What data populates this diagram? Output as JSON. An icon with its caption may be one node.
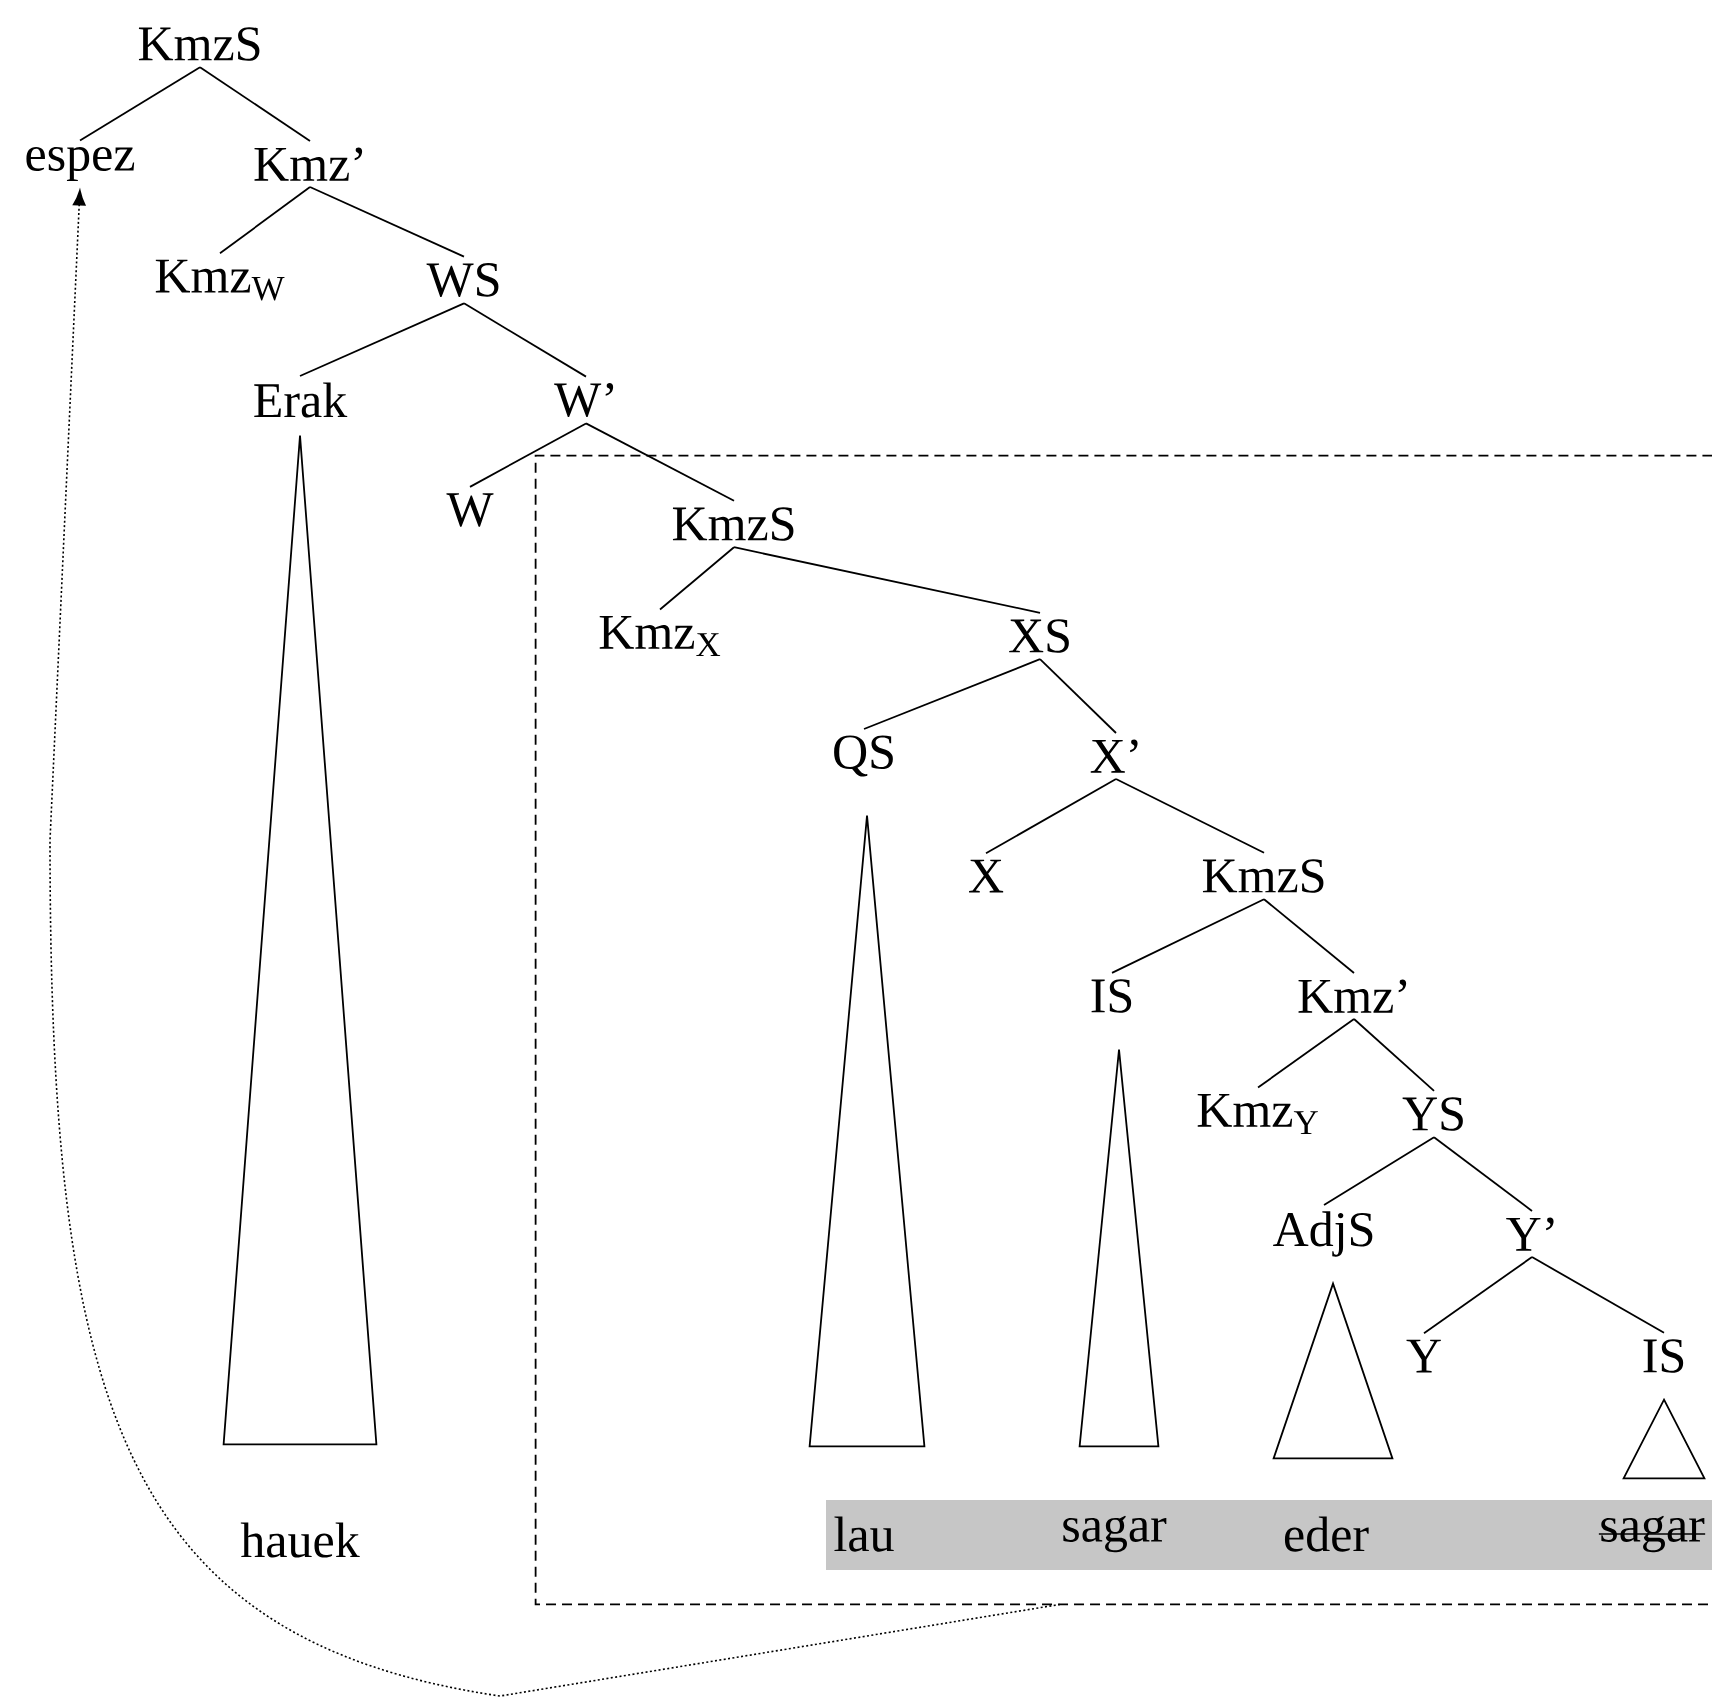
{
  "diagram": {
    "nodes": [
      {
        "text": [
          "KmzS"
        ]
      },
      {
        "text": [
          "espez"
        ]
      },
      {
        "text": [
          "Kmz’"
        ]
      },
      {
        "text": [
          "Kmz$_{W}$"
        ]
      },
      {
        "text": [
          "WS"
        ]
      },
      {
        "text": [
          "Erak"
        ]
      },
      {
        "text": [
          "W’"
        ]
      },
      {
        "text": [
          "W"
        ]
      },
      {
        "text": [],
        "shape": "box"
      },
      {
        "text": [
          "KmzS"
        ],
        "in": 8
      },
      {
        "text": [
          "Kmz$_{X}$"
        ],
        "in": 8
      },
      {
        "text": [
          "XS"
        ],
        "in": 8
      },
      {
        "text": [
          "QS"
        ],
        "in": 8
      },
      {
        "text": [
          "X’"
        ],
        "in": 8
      },
      {
        "text": [
          "X"
        ],
        "in": 8
      },
      {
        "text": [
          "KmzS"
        ],
        "in": 8
      },
      {
        "text": [
          "IS"
        ],
        "in": 8
      },
      {
        "text": [
          "Kmz’"
        ],
        "in": 8
      },
      {
        "text": [
          "Kmz$_{Y}$"
        ],
        "in": 8
      },
      {
        "text": [
          "YS"
        ],
        "in": 8
      },
      {
        "text": [
          "AdjS"
        ],
        "in": 8
      },
      {
        "text": [
          "Y’"
        ],
        "in": 8
      },
      {
        "text": [
          "Y"
        ],
        "in": 8
      },
      {
        "text": [
          "IS"
        ],
        "in": 8
      },
      {
        "text": [
          "hauek"
        ]
      },
      {
        "text": [
          "lau"
        ],
        "in": 8
      },
      {
        "text": [
          "sagar"
        ],
        "in": 8
      },
      {
        "text": [
          "eder"
        ],
        "in": 8
      },
      {
        "text": [
          "sagar"
        ],
        "in": 8
      },
      {
        "text": [],
        "shape": "triangle"
      },
      {
        "text": [],
        "shape": "triangle",
        "in": 8
      },
      {
        "text": [],
        "shape": "triangle",
        "in": 8
      },
      {
        "text": [],
        "shape": "triangle",
        "in": 8
      },
      {
        "text": [],
        "shape": "triangle",
        "in": 8
      }
    ],
    "edges": [
      {
        "from": 0,
        "to": 1,
        "arrow": "none"
      },
      {
        "from": 0,
        "to": 2,
        "arrow": "none"
      },
      {
        "from": 2,
        "to": 3,
        "arrow": "none"
      },
      {
        "from": 2,
        "to": 4,
        "arrow": "none"
      },
      {
        "from": 4,
        "to": 5,
        "arrow": "none"
      },
      {
        "from": 4,
        "to": 6,
        "arrow": "none"
      },
      {
        "from": 6,
        "to": 7,
        "arrow": "none"
      },
      {
        "from": 6,
        "to": 9,
        "arrow": "none"
      },
      {
        "from": 9,
        "to": 10,
        "arrow": "none"
      },
      {
        "from": 9,
        "to": 11,
        "arrow": "none"
      },
      {
        "from": 11,
        "to": 12,
        "arrow": "none"
      },
      {
        "from": 11,
        "to": 13,
        "arrow": "none"
      },
      {
        "from": 13,
        "to": 14,
        "arrow": "none"
      },
      {
        "from": 13,
        "to": 15,
        "arrow": "none"
      },
      {
        "from": 15,
        "to": 16,
        "arrow": "none"
      },
      {
        "from": 15,
        "to": 17,
        "arrow": "none"
      },
      {
        "from": 17,
        "to": 18,
        "arrow": "none"
      },
      {
        "from": 17,
        "to": 19,
        "arrow": "none"
      },
      {
        "from": 19,
        "to": 20,
        "arrow": "none"
      },
      {
        "from": 19,
        "to": 21,
        "arrow": "none"
      },
      {
        "from": 21,
        "to": 22,
        "arrow": "none"
      },
      {
        "from": 21,
        "to": 23,
        "arrow": "none"
      },
      {
        "from": 8,
        "to": 1,
        "arrow": "to",
        "style": "dashed"
      }
    ]
  }
}
